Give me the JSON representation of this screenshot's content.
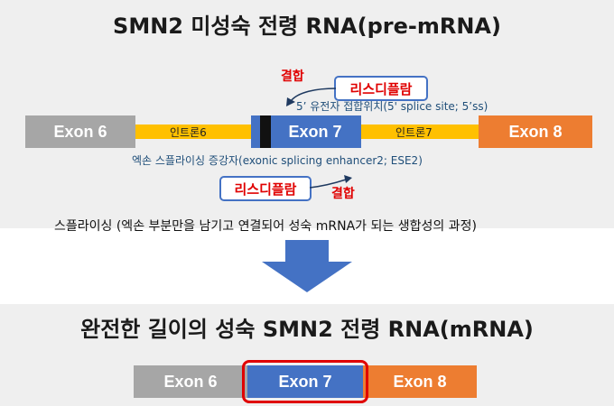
{
  "top": {
    "title": "SMN2 미성숙 전령 RNA(pre-mRNA)",
    "exons": {
      "exon6": "Exon 6",
      "exon7": "Exon 7",
      "exon8": "Exon 8"
    },
    "introns": {
      "intron6": "인트론6",
      "intron7": "인트론7"
    },
    "binding_top": "결합",
    "drug_top": "리스디플람",
    "splice_site": "5’ 유전자 접합위치(5' splice site; 5’ss)",
    "enhancer": "엑손 스플라이싱 증강자(exonic splicing enhancer2; ESE2)",
    "drug_bottom": "리스디플람",
    "binding_bottom": "결합"
  },
  "splicing_text": "스플라이싱 (엑손 부분만을 남기고 연결되어 성숙 mRNA가 되는 생합성의 과정)",
  "bottom": {
    "title": "완전한 길이의 성숙 SMN2 전령 RNA(mRNA)",
    "exons": {
      "exon6": "Exon 6",
      "exon7": "Exon 7",
      "exon8": "Exon 8"
    }
  },
  "colors": {
    "exon6": "#a6a6a6",
    "exon7": "#4472c4",
    "exon8": "#ed7d31",
    "intron": "#ffc000",
    "highlight": "#e00000",
    "arrow": "#4472c4"
  }
}
